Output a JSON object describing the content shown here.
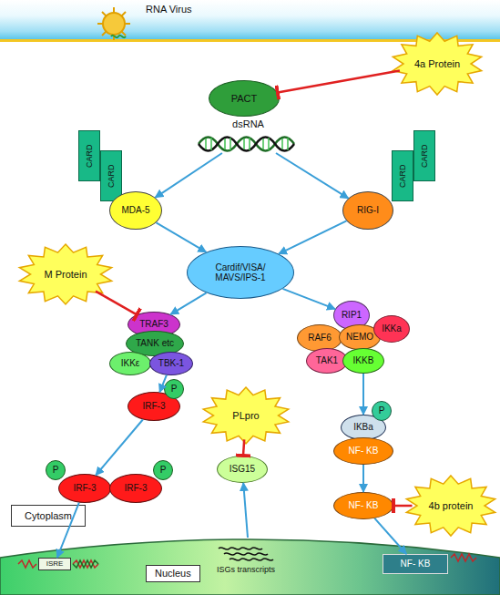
{
  "diagram": {
    "nodes": [
      {
        "text": [
          "RNA Virus"
        ]
      },
      {
        "text": [
          "4a Protein"
        ]
      },
      {
        "text": [
          "PACT"
        ]
      },
      {
        "text": [
          "dsRNA"
        ]
      },
      {
        "text": [
          "CARD"
        ]
      },
      {
        "text": [
          "CARD"
        ]
      },
      {
        "text": [
          "CARD"
        ]
      },
      {
        "text": [
          "CARD"
        ]
      },
      {
        "text": [
          "MDA-5"
        ]
      },
      {
        "text": [
          "RIG-I"
        ]
      },
      {
        "text": [
          "Cardif/VISA/ MAVS/IPS-1"
        ]
      },
      {
        "text": [
          "M Protein"
        ]
      },
      {
        "text": [
          "TRAF3"
        ]
      },
      {
        "text": [
          "TANK etc"
        ]
      },
      {
        "text": [
          "IKKε"
        ]
      },
      {
        "text": [
          "TBK-1"
        ]
      },
      {
        "text": [
          "RIP1"
        ]
      },
      {
        "text": [
          "RAF6"
        ]
      },
      {
        "text": [
          "NEMO"
        ]
      },
      {
        "text": [
          "IKKa"
        ]
      },
      {
        "text": [
          "TAK1"
        ]
      },
      {
        "text": [
          "IKKB"
        ]
      },
      {
        "text": [
          "P"
        ]
      },
      {
        "text": [
          "IRF-3"
        ]
      },
      {
        "text": [
          "PLpro"
        ]
      },
      {
        "text": [
          "P"
        ]
      },
      {
        "text": [
          "IKBa"
        ]
      },
      {
        "text": [
          "NF- KB"
        ]
      },
      {
        "text": [
          "ISG15"
        ]
      },
      {
        "text": [
          "P"
        ]
      },
      {
        "text": [
          "P"
        ]
      },
      {
        "text": [
          "IRF-3"
        ]
      },
      {
        "text": [
          "IRF-3"
        ]
      },
      {
        "text": [
          "NF- KB"
        ]
      },
      {
        "text": [
          "4b protein"
        ]
      },
      {
        "text": [
          "Cytoplasm"
        ]
      },
      {
        "text": [
          "Nucleus"
        ]
      },
      {
        "text": [
          "ISRE"
        ],
        "in": 36
      },
      {
        "text": [
          "NF- KB"
        ],
        "in": 36
      }
    ],
    "edges": [
      {
        "from": 3,
        "to": 8,
        "arrow": "to"
      },
      {
        "from": 3,
        "to": 9,
        "arrow": "to"
      },
      {
        "from": 8,
        "to": 10,
        "arrow": "to"
      },
      {
        "from": 9,
        "to": 10,
        "arrow": "to"
      },
      {
        "from": 1,
        "to": 2,
        "arrow": "to"
      },
      {
        "from": 10,
        "to": 12,
        "arrow": "to"
      },
      {
        "from": 10,
        "to": 16,
        "arrow": "to"
      },
      {
        "from": 11,
        "to": 12,
        "arrow": "to"
      },
      {
        "from": 15,
        "to": 23,
        "arrow": "to"
      },
      {
        "from": 21,
        "to": 26,
        "arrow": "to"
      },
      {
        "from": 24,
        "to": 28,
        "arrow": "to"
      },
      {
        "from": 23,
        "to": 31,
        "arrow": "to"
      },
      {
        "from": 27,
        "to": 33,
        "arrow": "to"
      },
      {
        "from": 34,
        "to": 33,
        "arrow": "to"
      },
      {
        "from": 31,
        "to": 37,
        "arrow": "to"
      },
      {
        "from": 36,
        "to": 28,
        "arrow": "to"
      },
      {
        "from": 33,
        "to": 38,
        "arrow": "to"
      }
    ],
    "labels": [
      "ISGs transcripts"
    ]
  }
}
